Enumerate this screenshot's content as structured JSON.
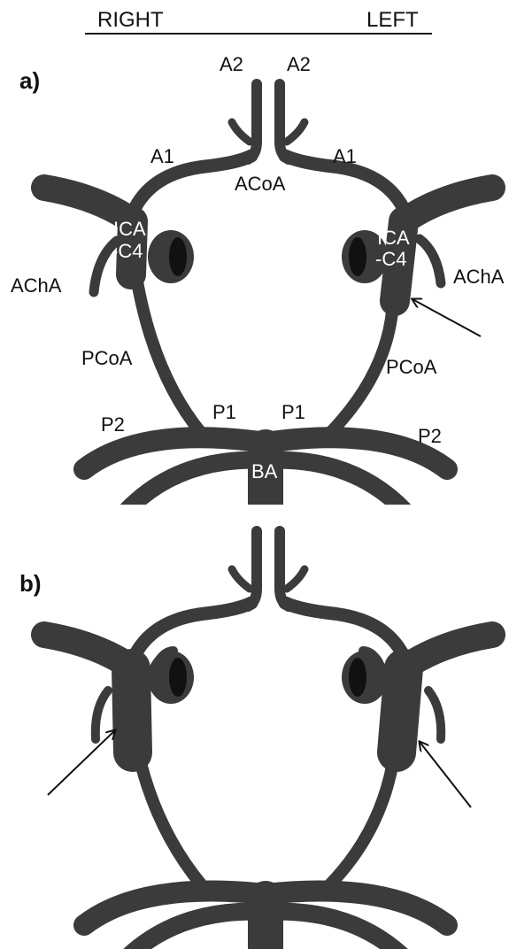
{
  "header": {
    "right": "RIGHT",
    "left": "LEFT"
  },
  "panel_a": {
    "tag": "a)",
    "labels": {
      "a2_right": "A2",
      "a2_left": "A2",
      "a1_right": "A1",
      "a1_left": "A1",
      "acoa": "ACoA",
      "ica_right_1": "ICA",
      "ica_right_2": "-C4",
      "ica_left_1": "ICA",
      "ica_left_2": "-C4",
      "acha_right": "AChA",
      "acha_left": "AChA",
      "pcoa_right": "PCoA",
      "pcoa_left": "PCoA",
      "p1_right": "P1",
      "p1_left": "P1",
      "p2_right": "P2",
      "p2_left": "P2",
      "ba": "BA"
    }
  },
  "panel_b": {
    "tag": "b)"
  },
  "colors": {
    "vessel": "#3b3b3b",
    "vessel_dark": "#111111",
    "label": "#111111",
    "label_on_vessel": "#ffffff"
  }
}
